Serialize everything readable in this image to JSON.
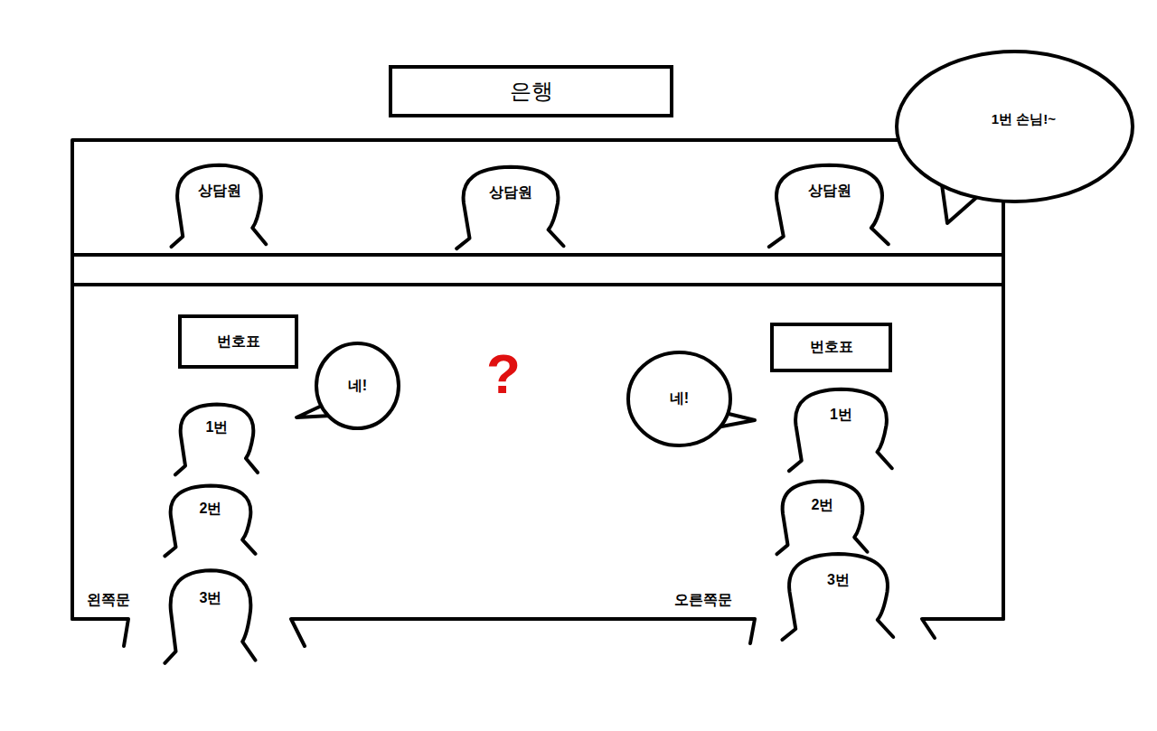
{
  "diagram": {
    "nodes": [
      {
        "text": [
          "은행"
        ]
      },
      {
        "text": [
          "1번 손님!~"
        ]
      },
      {
        "text": [
          "상담원"
        ]
      },
      {
        "text": [
          "상담원"
        ]
      },
      {
        "text": [
          "상담원"
        ]
      },
      {
        "text": [
          "번호표"
        ]
      },
      {
        "text": [
          "네!"
        ]
      },
      {
        "text": [
          "네!"
        ]
      },
      {
        "text": [
          "번호표"
        ]
      },
      {
        "text": [
          "1번"
        ]
      },
      {
        "text": [
          "1번"
        ]
      },
      {
        "text": [
          "2번"
        ]
      },
      {
        "text": [
          "2번"
        ]
      },
      {
        "text": [
          "3번"
        ]
      },
      {
        "text": [
          "3번"
        ]
      }
    ],
    "labels": [
      "?",
      "왼쪽문",
      "오른쪽문"
    ]
  }
}
